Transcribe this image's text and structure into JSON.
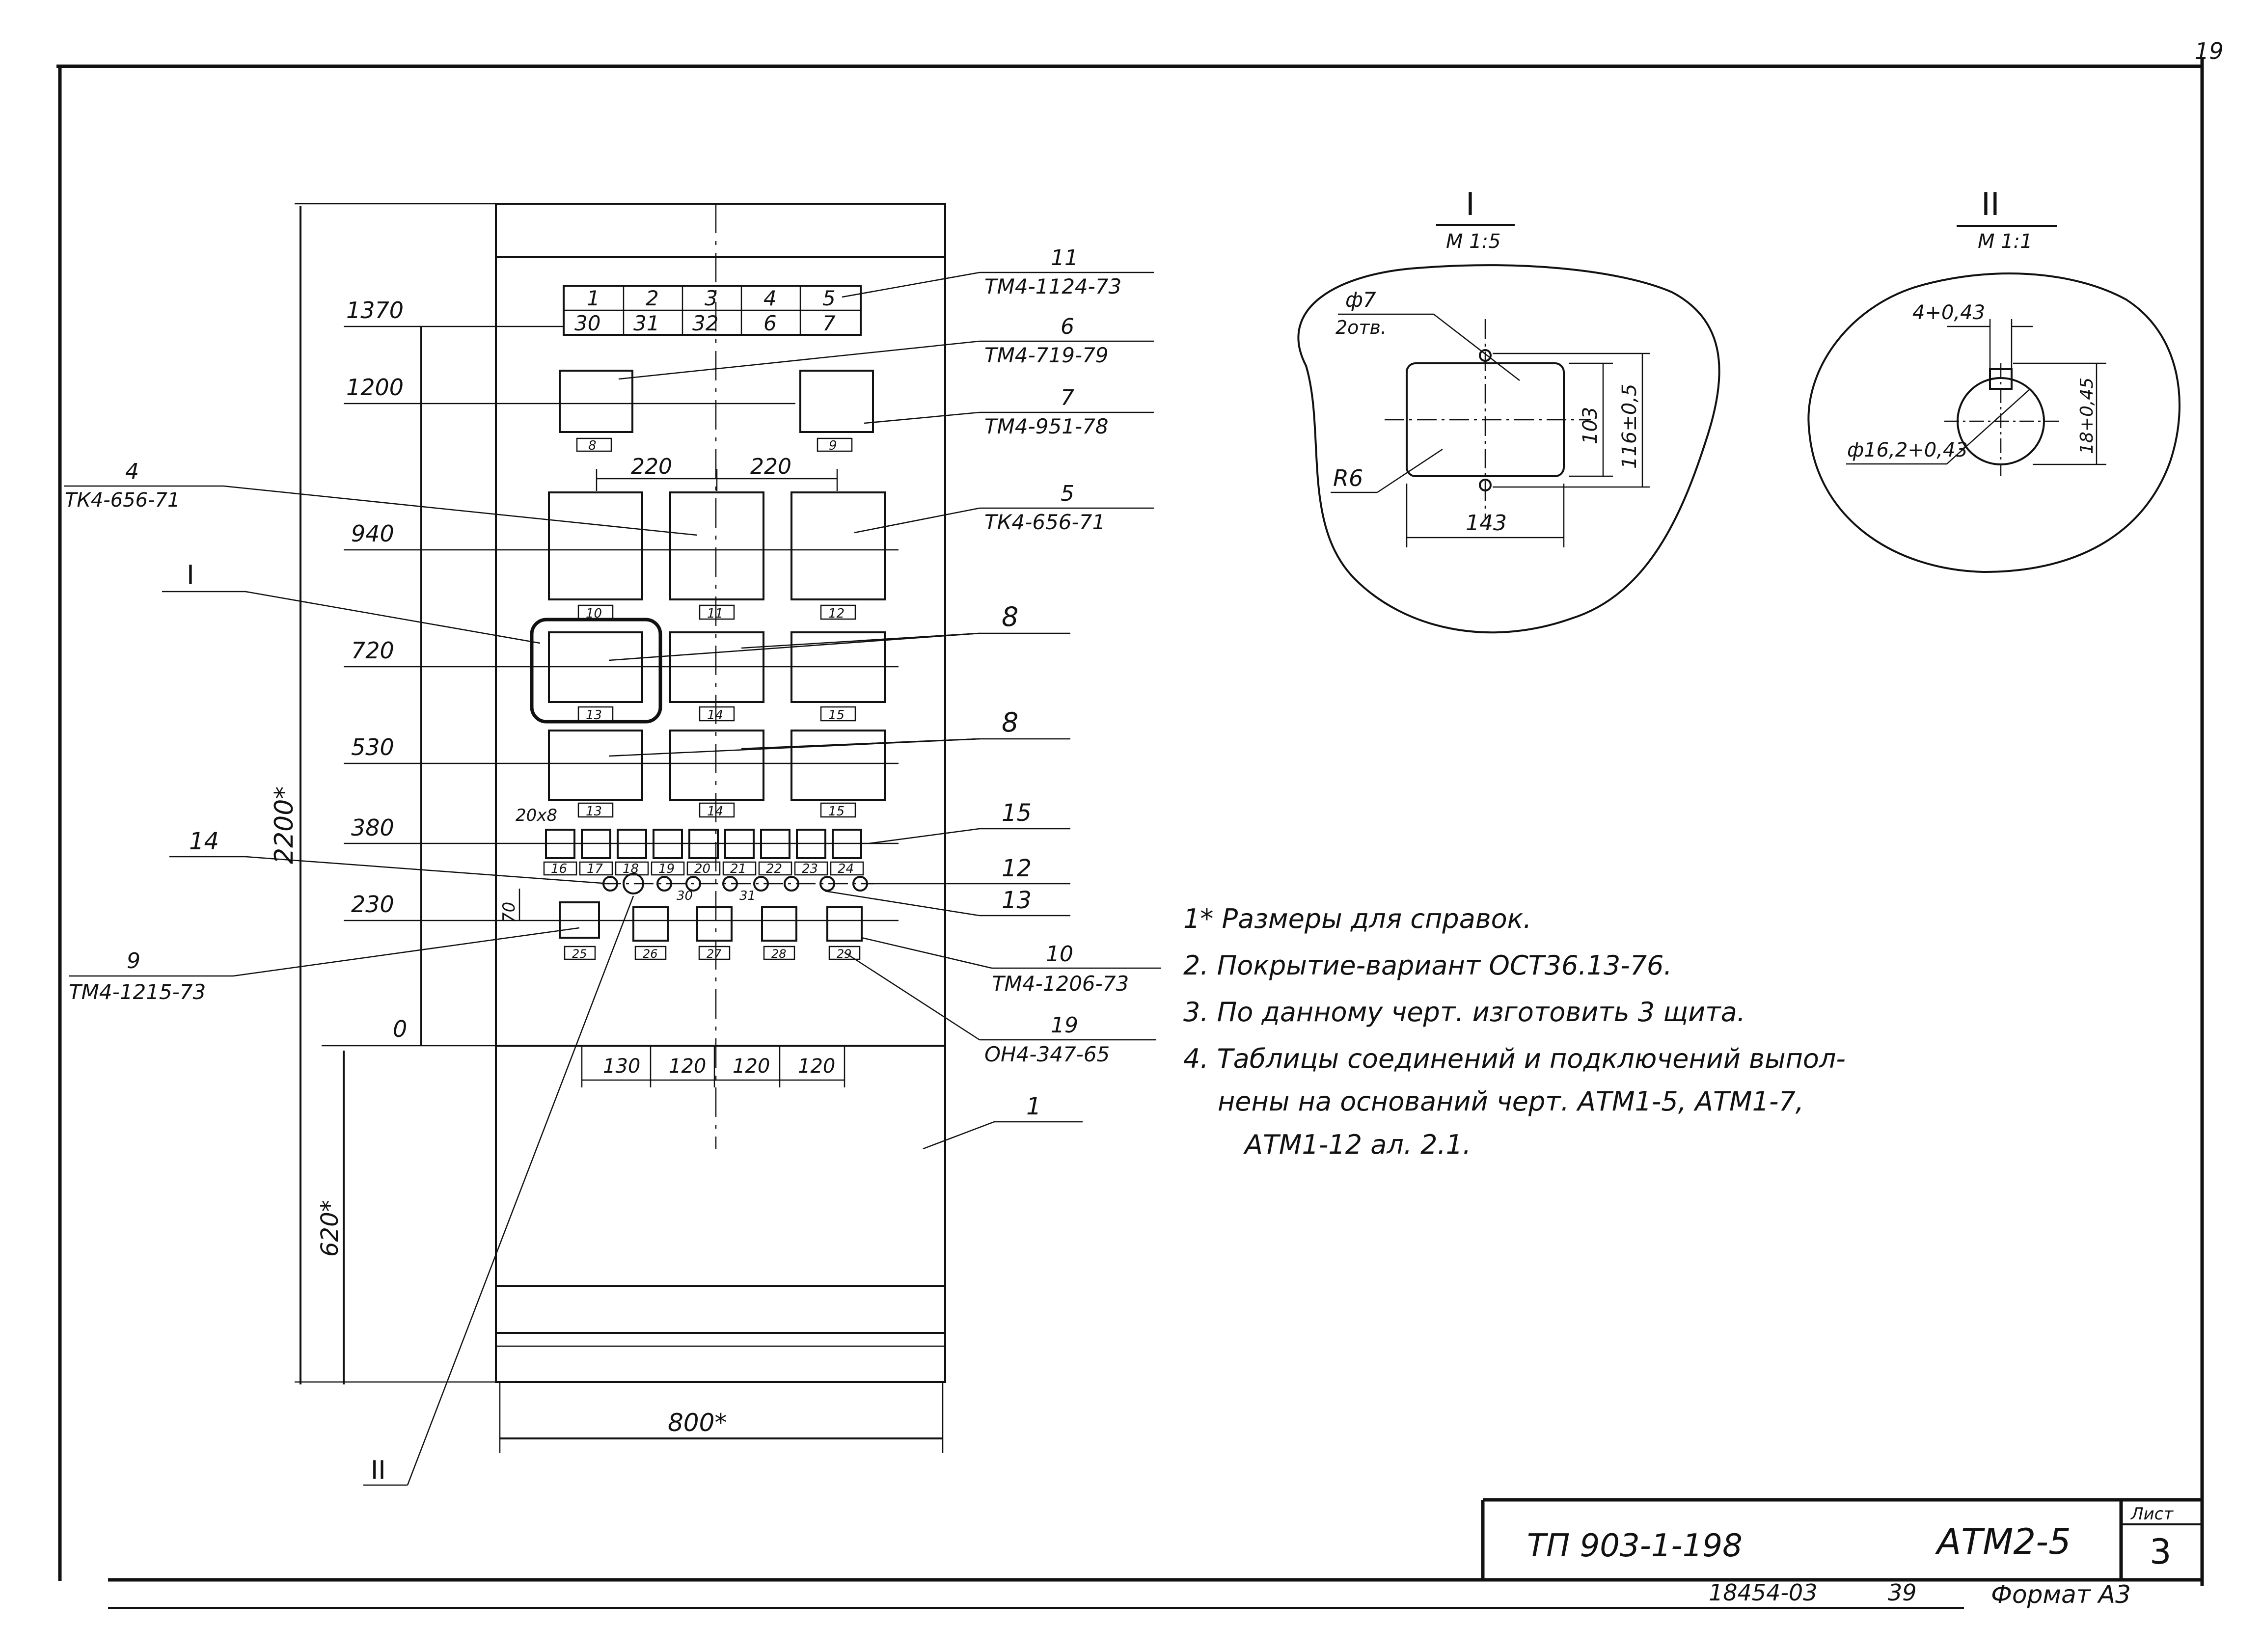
{
  "corner_mark": "19",
  "panel": {
    "top_terminals": [
      "1",
      "2",
      "3",
      "4",
      "5",
      "30",
      "31",
      "32",
      "6",
      "7"
    ],
    "elevations": [
      "1370",
      "1200",
      "940",
      "720",
      "530",
      "380",
      "230",
      "0"
    ],
    "overall_height": "2200*",
    "base_height": "620*",
    "width": "800*",
    "h_spacing_top": [
      "220",
      "220"
    ],
    "h_spacing_bottom": [
      "130",
      "120",
      "120",
      "120"
    ],
    "small_dim_70": "70",
    "small_dim_20x8": "20x8",
    "row1_tags": [
      "8",
      "9"
    ],
    "row2_tags": [
      "10",
      "11",
      "12"
    ],
    "row3_tags": [
      "13",
      "14",
      "15"
    ],
    "row4_tags": [
      "13",
      "14",
      "15"
    ],
    "row5_tags": [
      "16",
      "17",
      "18",
      "19",
      "20",
      "21",
      "22",
      "23",
      "24"
    ],
    "row6_tags": [
      "25",
      "26",
      "27",
      "28",
      "29"
    ],
    "lamp_tags": [
      "30",
      "31"
    ]
  },
  "callouts": [
    {
      "num": "11",
      "code": "ТМ4-1124-73"
    },
    {
      "num": "6",
      "code": "ТМ4-719-79"
    },
    {
      "num": "7",
      "code": "ТМ4-951-78"
    },
    {
      "num": "4",
      "code": "ТК4-656-71"
    },
    {
      "num": "5",
      "code": "ТК4-656-71"
    },
    {
      "num": "8",
      "code": ""
    },
    {
      "num": "8",
      "code": ""
    },
    {
      "num": "15",
      "code": ""
    },
    {
      "num": "14",
      "code": ""
    },
    {
      "num": "12",
      "code": ""
    },
    {
      "num": "13",
      "code": ""
    },
    {
      "num": "9",
      "code": "ТМ4-1215-73"
    },
    {
      "num": "10",
      "code": "ТМ4-1206-73"
    },
    {
      "num": "19",
      "code": "ОН4-347-65"
    },
    {
      "num": "1",
      "code": ""
    }
  ],
  "view_marks": {
    "I": "I",
    "II": "II"
  },
  "detail_1": {
    "title": "I",
    "scale": "М 1:5",
    "hole": "ф7",
    "holes_count": "2отв.",
    "radius": "R6",
    "width": "143",
    "height": "103",
    "outer_height": "116±0,5"
  },
  "detail_2": {
    "title": "II",
    "scale": "М 1:1",
    "key_width": "4+0,43",
    "bore": "ф16,2+0,43",
    "depth": "18+0,45"
  },
  "notes": [
    "1* Размеры для справок.",
    "2. Покрытие-вариант ОСТ36.13-76.",
    "3. По данному черт. изготовить 3 щита.",
    "4. Таблицы соединений и подключений выпол-",
    "нены на оснований черт. АТМ1-5, АТМ1-7,",
    "АТМ1-12     ал. 2.1."
  ],
  "title_block": {
    "project": "ТП 903-1-198",
    "drawing": "АТМ2-5",
    "sheet_label": "Лист",
    "sheet_number": "3",
    "inventory": "18454-03",
    "page_number": "39",
    "format": "Формат А3"
  }
}
